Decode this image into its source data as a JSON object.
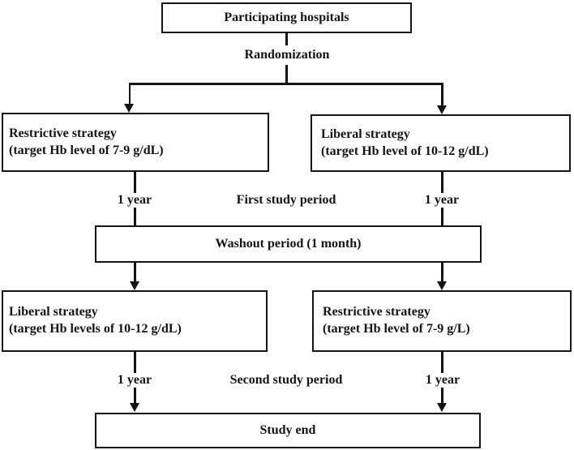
{
  "figure": {
    "type": "flowchart",
    "colors": {
      "ink": "#141414",
      "background": "#ffffff"
    },
    "nodes": {
      "participating_hospitals": {
        "label": "Participating hospitals"
      },
      "restrictive_first": {
        "title": "Restrictive strategy",
        "subtitle": "(target Hb level of 7-9 g/dL)"
      },
      "liberal_first": {
        "title": "Liberal strategy",
        "subtitle": "(target Hb level of 10-12 g/dL)"
      },
      "washout": {
        "label": "Washout period (1 month)"
      },
      "liberal_second": {
        "title": "Liberal strategy",
        "subtitle": "(target Hb levels of 10-12 g/dL)"
      },
      "restrictive_second": {
        "title": "Restrictive strategy",
        "subtitle": "(target Hb level of 7-9 g/L)"
      },
      "study_end": {
        "label": "Study end"
      }
    },
    "labels": {
      "randomization": "Randomization",
      "first_period": "First study period",
      "second_period": "Second study period",
      "year_left_1": "1 year",
      "year_right_1": "1 year",
      "year_left_2": "1 year",
      "year_right_2": "1 year"
    }
  }
}
